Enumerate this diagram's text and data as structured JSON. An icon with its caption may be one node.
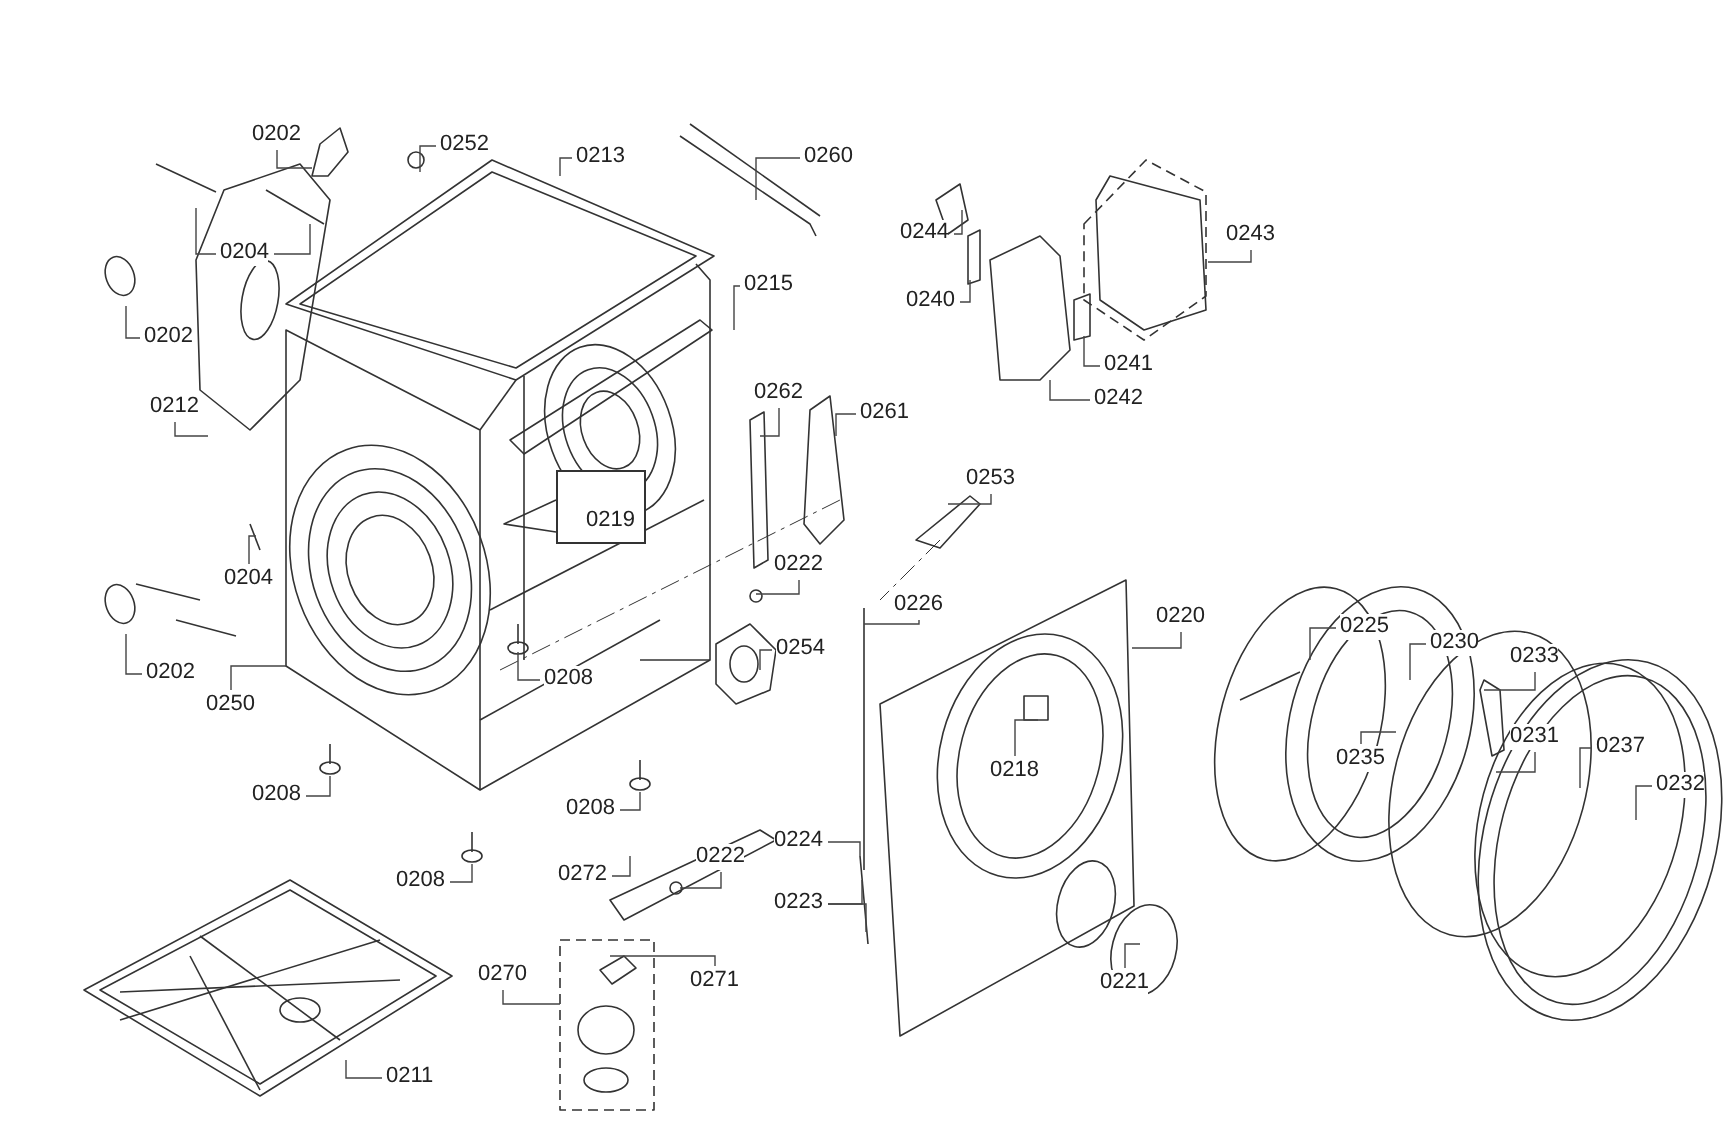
{
  "diagram": {
    "nodes": [
      {
        "text": [
          "0202"
        ]
      },
      {
        "text": [
          "0252"
        ]
      },
      {
        "text": [
          "0213"
        ]
      },
      {
        "text": [
          "0260"
        ]
      },
      {
        "text": [
          "0204"
        ]
      },
      {
        "text": [
          "0202"
        ]
      },
      {
        "text": [
          "0212"
        ]
      },
      {
        "text": [
          "0215"
        ]
      },
      {
        "text": [
          "0244"
        ]
      },
      {
        "text": [
          "0243"
        ]
      },
      {
        "text": [
          "0240"
        ]
      },
      {
        "text": [
          "0241"
        ]
      },
      {
        "text": [
          "0242"
        ]
      },
      {
        "text": [
          "0262"
        ]
      },
      {
        "text": [
          "0261"
        ]
      },
      {
        "text": [
          "0219"
        ]
      },
      {
        "text": [
          "0253"
        ]
      },
      {
        "text": [
          "0204"
        ]
      },
      {
        "text": [
          "0222"
        ]
      },
      {
        "text": [
          "0226"
        ]
      },
      {
        "text": [
          "0220"
        ]
      },
      {
        "text": [
          "0225"
        ]
      },
      {
        "text": [
          "0230"
        ]
      },
      {
        "text": [
          "0233"
        ]
      },
      {
        "text": [
          "0202"
        ]
      },
      {
        "text": [
          "0250"
        ]
      },
      {
        "text": [
          "0208"
        ]
      },
      {
        "text": [
          "0254"
        ]
      },
      {
        "text": [
          "0218"
        ]
      },
      {
        "text": [
          "0235"
        ]
      },
      {
        "text": [
          "0231"
        ]
      },
      {
        "text": [
          "0237"
        ]
      },
      {
        "text": [
          "0232"
        ]
      },
      {
        "text": [
          "0208"
        ]
      },
      {
        "text": [
          "0208"
        ]
      },
      {
        "text": [
          "0208"
        ]
      },
      {
        "text": [
          "0222"
        ]
      },
      {
        "text": [
          "0224"
        ]
      },
      {
        "text": [
          "0272"
        ]
      },
      {
        "text": [
          "0223"
        ]
      },
      {
        "text": [
          "0270"
        ]
      },
      {
        "text": [
          "0271"
        ]
      },
      {
        "text": [
          "0221"
        ]
      },
      {
        "text": [
          "0211"
        ]
      }
    ],
    "edges": [
      {
        "from": 0,
        "to": null,
        "arrow": "none"
      },
      {
        "from": 1,
        "to": null,
        "arrow": "none"
      },
      {
        "from": 2,
        "to": null,
        "arrow": "none"
      },
      {
        "from": 3,
        "to": null,
        "arrow": "none"
      },
      {
        "from": 4,
        "to": null,
        "arrow": "none"
      },
      {
        "from": 4,
        "to": null,
        "arrow": "none"
      },
      {
        "from": 5,
        "to": null,
        "arrow": "none"
      },
      {
        "from": 6,
        "to": null,
        "arrow": "none"
      },
      {
        "from": 7,
        "to": null,
        "arrow": "none"
      },
      {
        "from": 8,
        "to": null,
        "arrow": "none"
      },
      {
        "from": 9,
        "to": null,
        "arrow": "none"
      },
      {
        "from": 10,
        "to": null,
        "arrow": "none"
      },
      {
        "from": 11,
        "to": null,
        "arrow": "none"
      },
      {
        "from": 12,
        "to": null,
        "arrow": "none"
      },
      {
        "from": 13,
        "to": null,
        "arrow": "none"
      },
      {
        "from": 14,
        "to": null,
        "arrow": "none"
      },
      {
        "from": 15,
        "to": null,
        "arrow": "none"
      },
      {
        "from": 16,
        "to": null,
        "arrow": "none"
      },
      {
        "from": 17,
        "to": null,
        "arrow": "none"
      },
      {
        "from": 18,
        "to": null,
        "arrow": "none"
      },
      {
        "from": 19,
        "to": null,
        "arrow": "none"
      },
      {
        "from": 20,
        "to": null,
        "arrow": "none"
      },
      {
        "from": 21,
        "to": null,
        "arrow": "none"
      },
      {
        "from": 22,
        "to": null,
        "arrow": "none"
      },
      {
        "from": 23,
        "to": null,
        "arrow": "none"
      },
      {
        "from": 24,
        "to": null,
        "arrow": "none"
      },
      {
        "from": 25,
        "to": null,
        "arrow": "none"
      },
      {
        "from": 26,
        "to": null,
        "arrow": "none"
      },
      {
        "from": 27,
        "to": null,
        "arrow": "none"
      },
      {
        "from": 28,
        "to": null,
        "arrow": "none"
      },
      {
        "from": 29,
        "to": null,
        "arrow": "none"
      },
      {
        "from": 30,
        "to": null,
        "arrow": "none"
      },
      {
        "from": 31,
        "to": null,
        "arrow": "none"
      },
      {
        "from": 32,
        "to": null,
        "arrow": "none"
      },
      {
        "from": 33,
        "to": null,
        "arrow": "none"
      },
      {
        "from": 34,
        "to": null,
        "arrow": "none"
      },
      {
        "from": 35,
        "to": null,
        "arrow": "none"
      },
      {
        "from": 36,
        "to": null,
        "arrow": "none"
      },
      {
        "from": 37,
        "to": null,
        "arrow": "none"
      },
      {
        "from": 38,
        "to": null,
        "arrow": "none"
      },
      {
        "from": 39,
        "to": null,
        "arrow": "none"
      },
      {
        "from": 39,
        "to": null,
        "arrow": "none"
      },
      {
        "from": 40,
        "to": null,
        "arrow": "none"
      },
      {
        "from": 41,
        "to": null,
        "arrow": "none"
      },
      {
        "from": 42,
        "to": null,
        "arrow": "none"
      },
      {
        "from": 43,
        "to": null,
        "arrow": "none"
      }
    ]
  }
}
